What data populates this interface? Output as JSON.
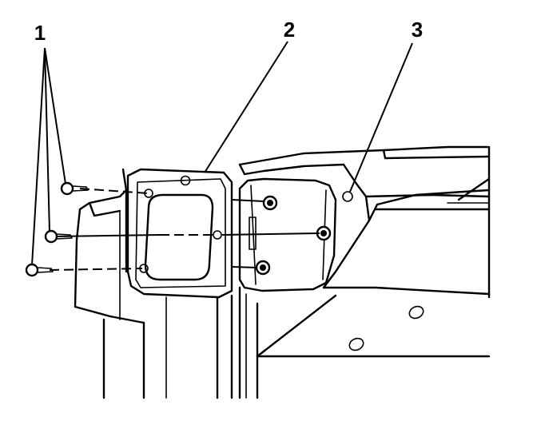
{
  "callouts": [
    {
      "id": "1",
      "text": "1"
    },
    {
      "id": "2",
      "text": "2"
    },
    {
      "id": "3",
      "text": "3"
    }
  ]
}
